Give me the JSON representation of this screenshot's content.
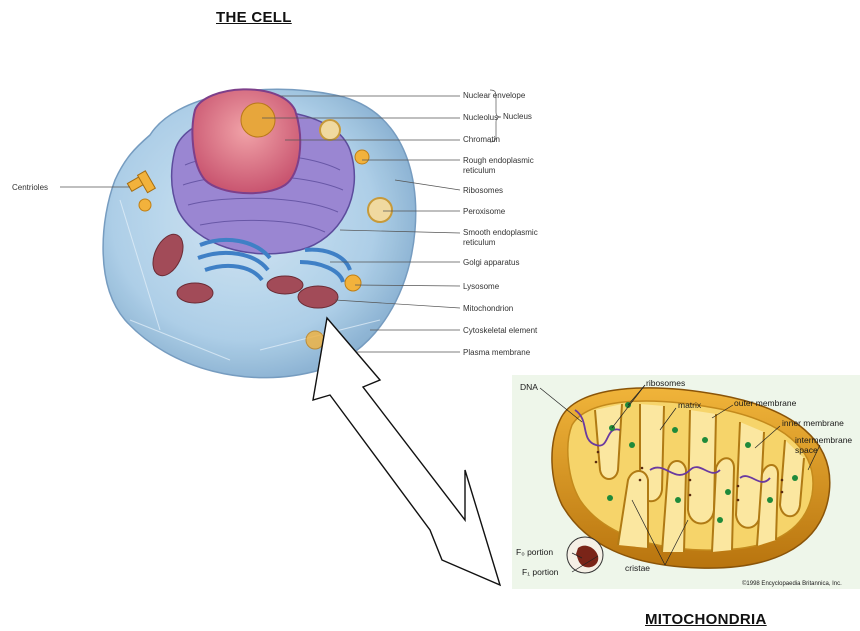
{
  "titles": {
    "cell": "THE CELL",
    "mitochondria": "MITOCHONDRIA"
  },
  "cell_labels": {
    "nuclear_envelope": "Nuclear envelope",
    "nucleolus": "Nucleolus",
    "chromatin": "Chromatin",
    "nucleus": "Nucleus",
    "rough_er_1": "Rough endoplasmic",
    "rough_er_2": "reticulum",
    "ribosomes": "Ribosomes",
    "peroxisome": "Peroxisome",
    "smooth_er_1": "Smooth endoplasmic",
    "smooth_er_2": "reticulum",
    "golgi": "Golgi apparatus",
    "lysosome": "Lysosome",
    "mitochondrion": "Mitochondrion",
    "cytoskeletal": "Cytoskeletal element",
    "plasma_membrane": "Plasma membrane",
    "centrioles": "Centrioles"
  },
  "mito_labels": {
    "dna": "DNA",
    "ribosomes": "ribosomes",
    "matrix": "matrix",
    "outer_membrane": "outer membrane",
    "inner_membrane": "inner membrane",
    "intermembrane_1": "intermembrane",
    "intermembrane_2": "space",
    "f0_portion": "F₀ portion",
    "f1_portion": "F₁ portion",
    "cristae": "cristae",
    "copyright": "©1998 Encyclopaedia Britannica, Inc."
  },
  "colors": {
    "cytoplasm": "#a9cce6",
    "nucleus": "#d46a7e",
    "er": "#8a76c4",
    "golgi": "#4b8fd1",
    "mitochondrion": "#9a4a56",
    "mito_outer": "#d9951c",
    "mito_inner": "#f5c94a",
    "arrow": "#ffffff"
  }
}
